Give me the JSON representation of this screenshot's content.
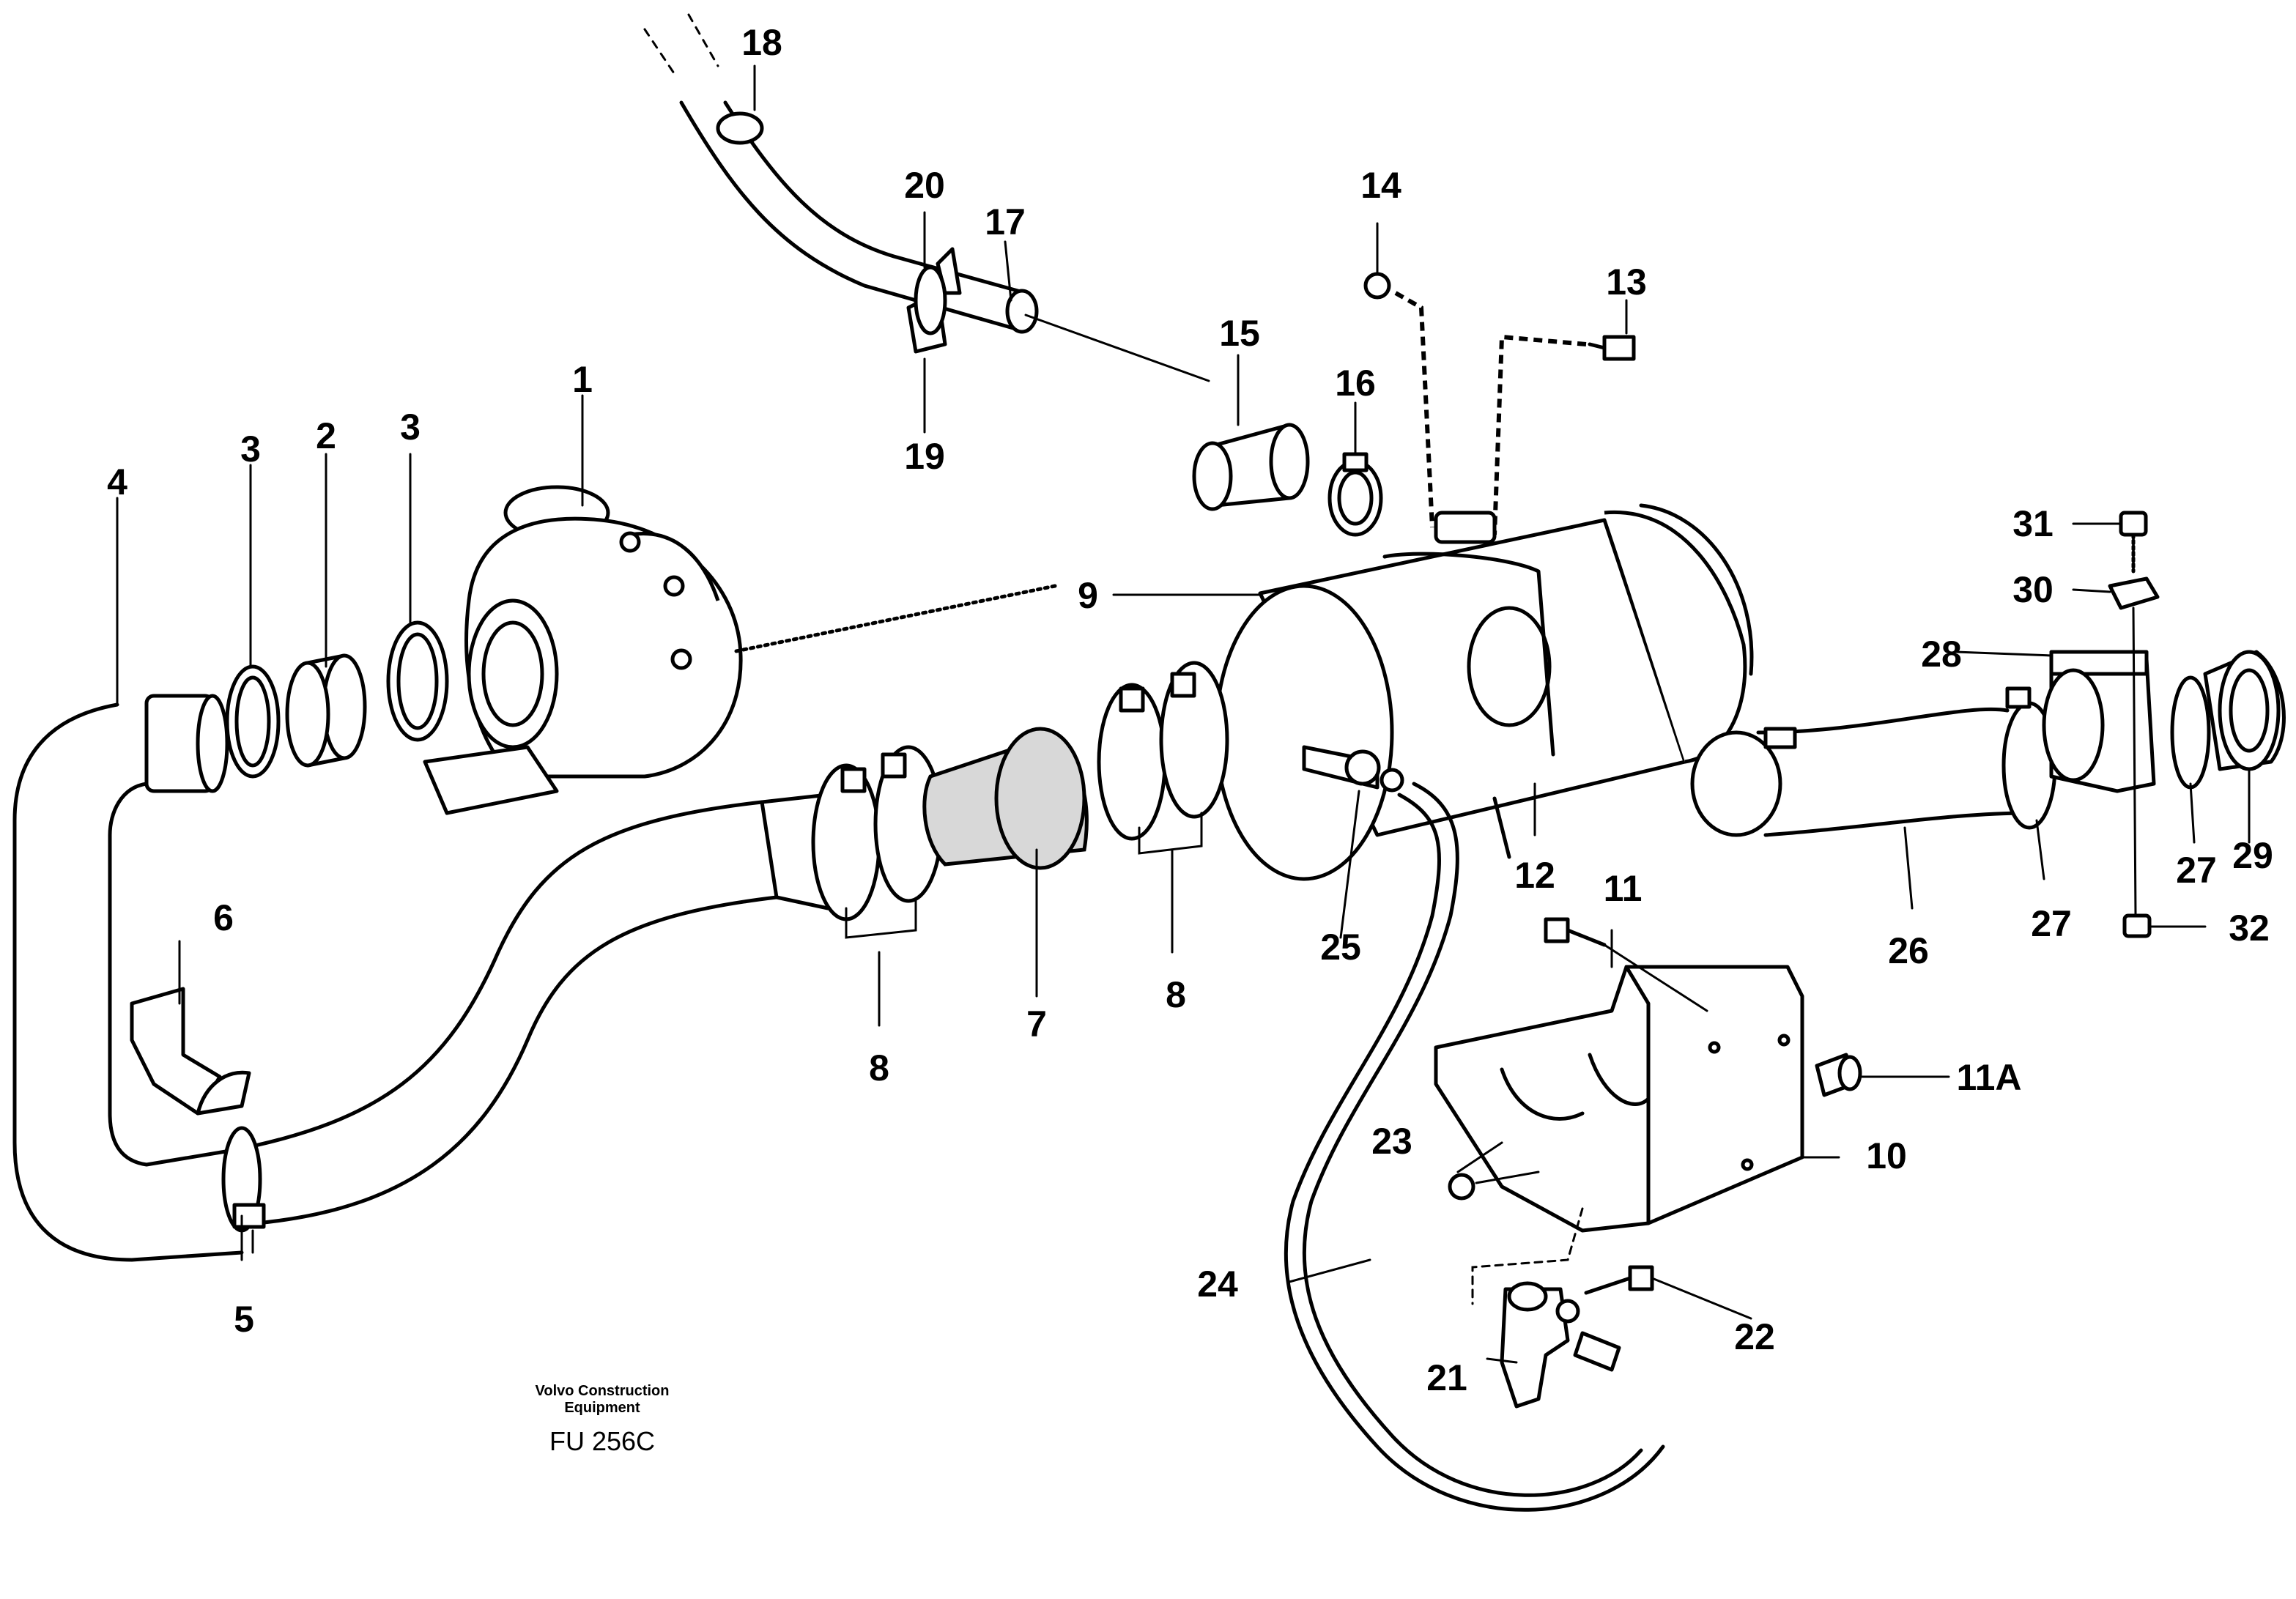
{
  "callouts": {
    "c1": "1",
    "c2": "2",
    "c3a": "3",
    "c3b": "3",
    "c4": "4",
    "c5": "5",
    "c6": "6",
    "c7": "7",
    "c8a": "8",
    "c8b": "8",
    "c9": "9",
    "c10": "10",
    "c11": "11",
    "c11a": "11A",
    "c12": "12",
    "c13": "13",
    "c14": "14",
    "c15": "15",
    "c16": "16",
    "c17": "17",
    "c18": "18",
    "c19": "19",
    "c20": "20",
    "c21": "21",
    "c22": "22",
    "c23": "23",
    "c24": "24",
    "c25": "25",
    "c26": "26",
    "c27a": "27",
    "c27b": "27",
    "c28": "28",
    "c29": "29",
    "c30": "30",
    "c31": "31",
    "c32": "32"
  },
  "footer": {
    "brand_line1": "Volvo Construction",
    "brand_line2": "Equipment",
    "code": "FU 256C"
  }
}
